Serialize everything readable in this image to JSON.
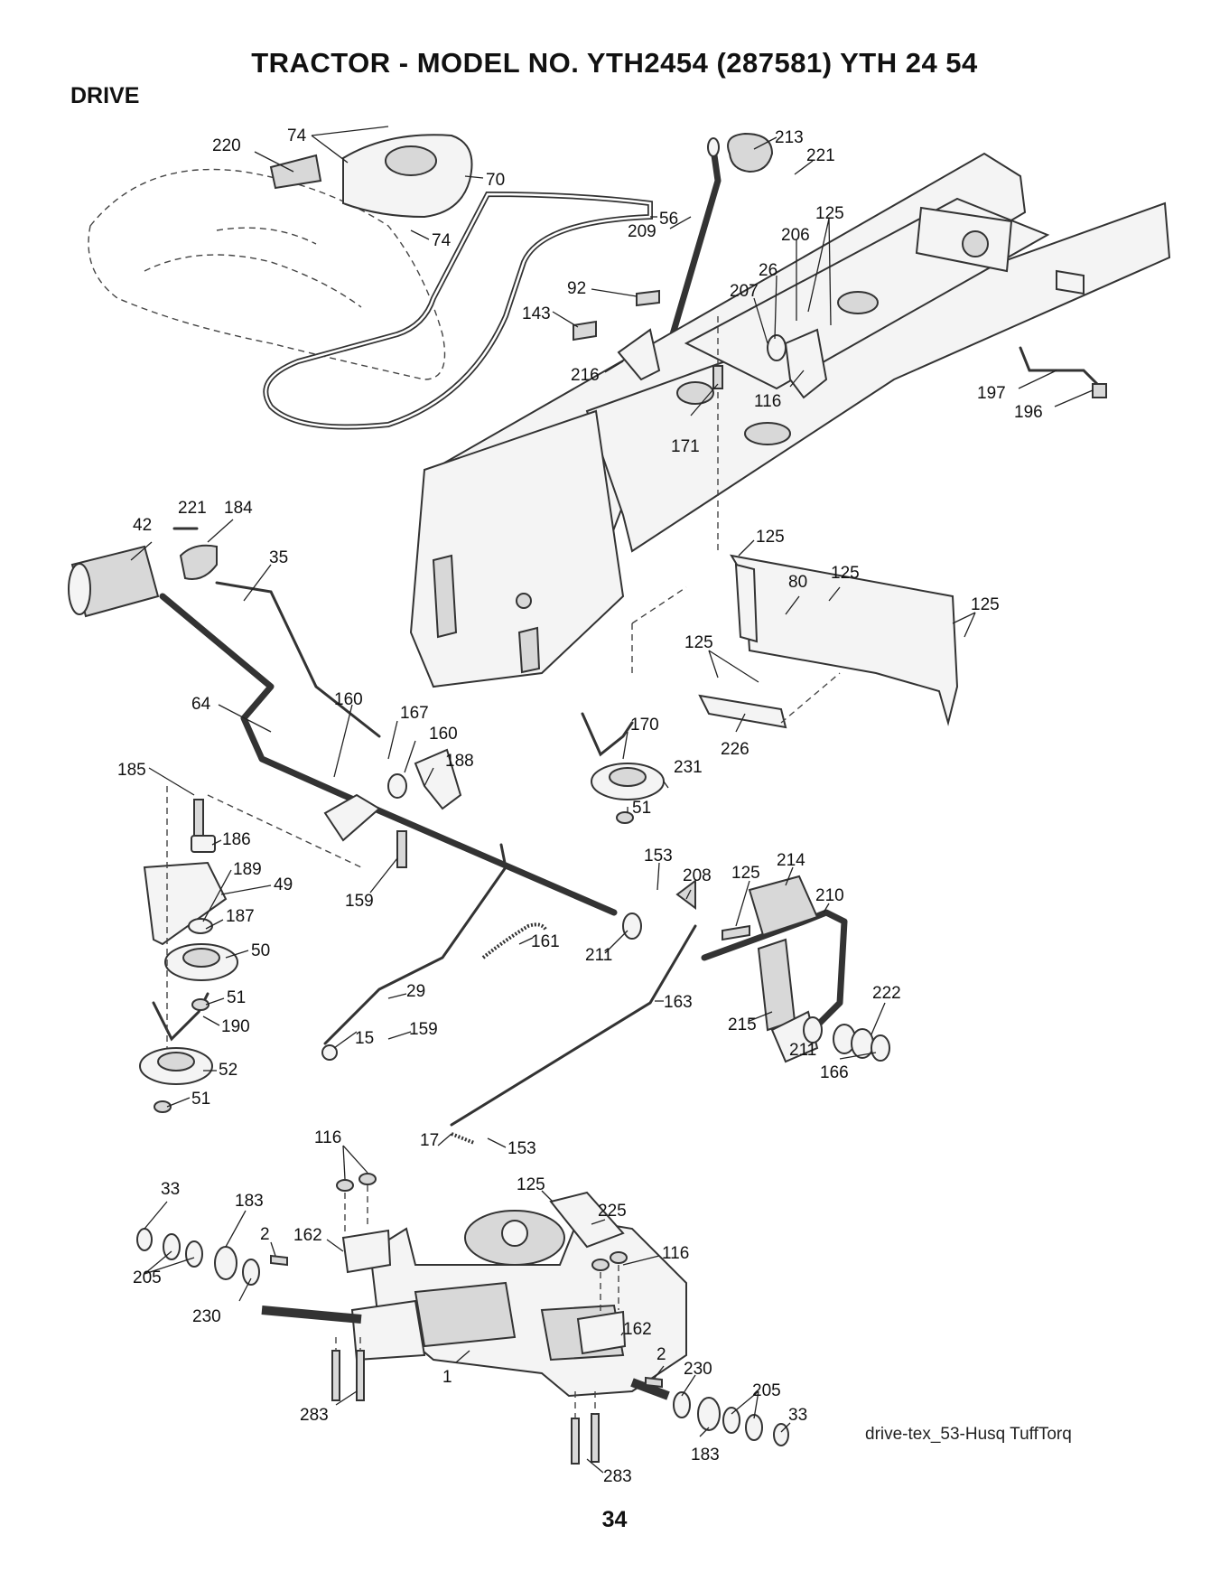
{
  "header": {
    "title": "TRACTOR - MODEL NO. YTH2454 (287581) YTH 24 54",
    "section": "DRIVE"
  },
  "caption": "drive-tex_53-Husq TuffTorq",
  "page_number": "34",
  "callouts": {
    "c220": "220",
    "c74a": "74",
    "c70": "70",
    "c74b": "74",
    "c213": "213",
    "c221a": "221",
    "c56": "56",
    "c209": "209",
    "c125a": "125",
    "c206": "206",
    "c26": "26",
    "c207": "207",
    "c92": "92",
    "c143": "143",
    "c216": "216",
    "c116a": "116",
    "c197": "197",
    "c196": "196",
    "c171": "171",
    "c221b": "221",
    "c184": "184",
    "c42": "42",
    "c35": "35",
    "c125b": "125",
    "c80": "80",
    "c125c": "125",
    "c125d": "125",
    "c125e": "125",
    "c64": "64",
    "c160a": "160",
    "c167": "167",
    "c160b": "160",
    "c188": "188",
    "c170": "170",
    "c226": "226",
    "c231": "231",
    "c51a": "51",
    "c185": "185",
    "c186": "186",
    "c189": "189",
    "c49": "49",
    "c187": "187",
    "c50": "50",
    "c51b": "51",
    "c190": "190",
    "c52": "52",
    "c51c": "51",
    "c159a": "159",
    "c153a": "153",
    "c208": "208",
    "c125f": "125",
    "c214": "214",
    "c210": "210",
    "c161": "161",
    "c211a": "211",
    "c29": "29",
    "c163": "163",
    "c222": "222",
    "c215": "215",
    "c211b": "211",
    "c15": "15",
    "c159b": "159",
    "c166": "166",
    "c116b": "116",
    "c17": "17",
    "c153b": "153",
    "c125g": "125",
    "c33a": "33",
    "c183a": "183",
    "c225": "225",
    "c2a": "2",
    "c162a": "162",
    "c116c": "116",
    "c205a": "205",
    "c230a": "230",
    "c162b": "162",
    "c2b": "2",
    "c230b": "230",
    "c1": "1",
    "c205b": "205",
    "c33b": "33",
    "c283a": "283",
    "c183b": "183",
    "c283b": "283"
  }
}
